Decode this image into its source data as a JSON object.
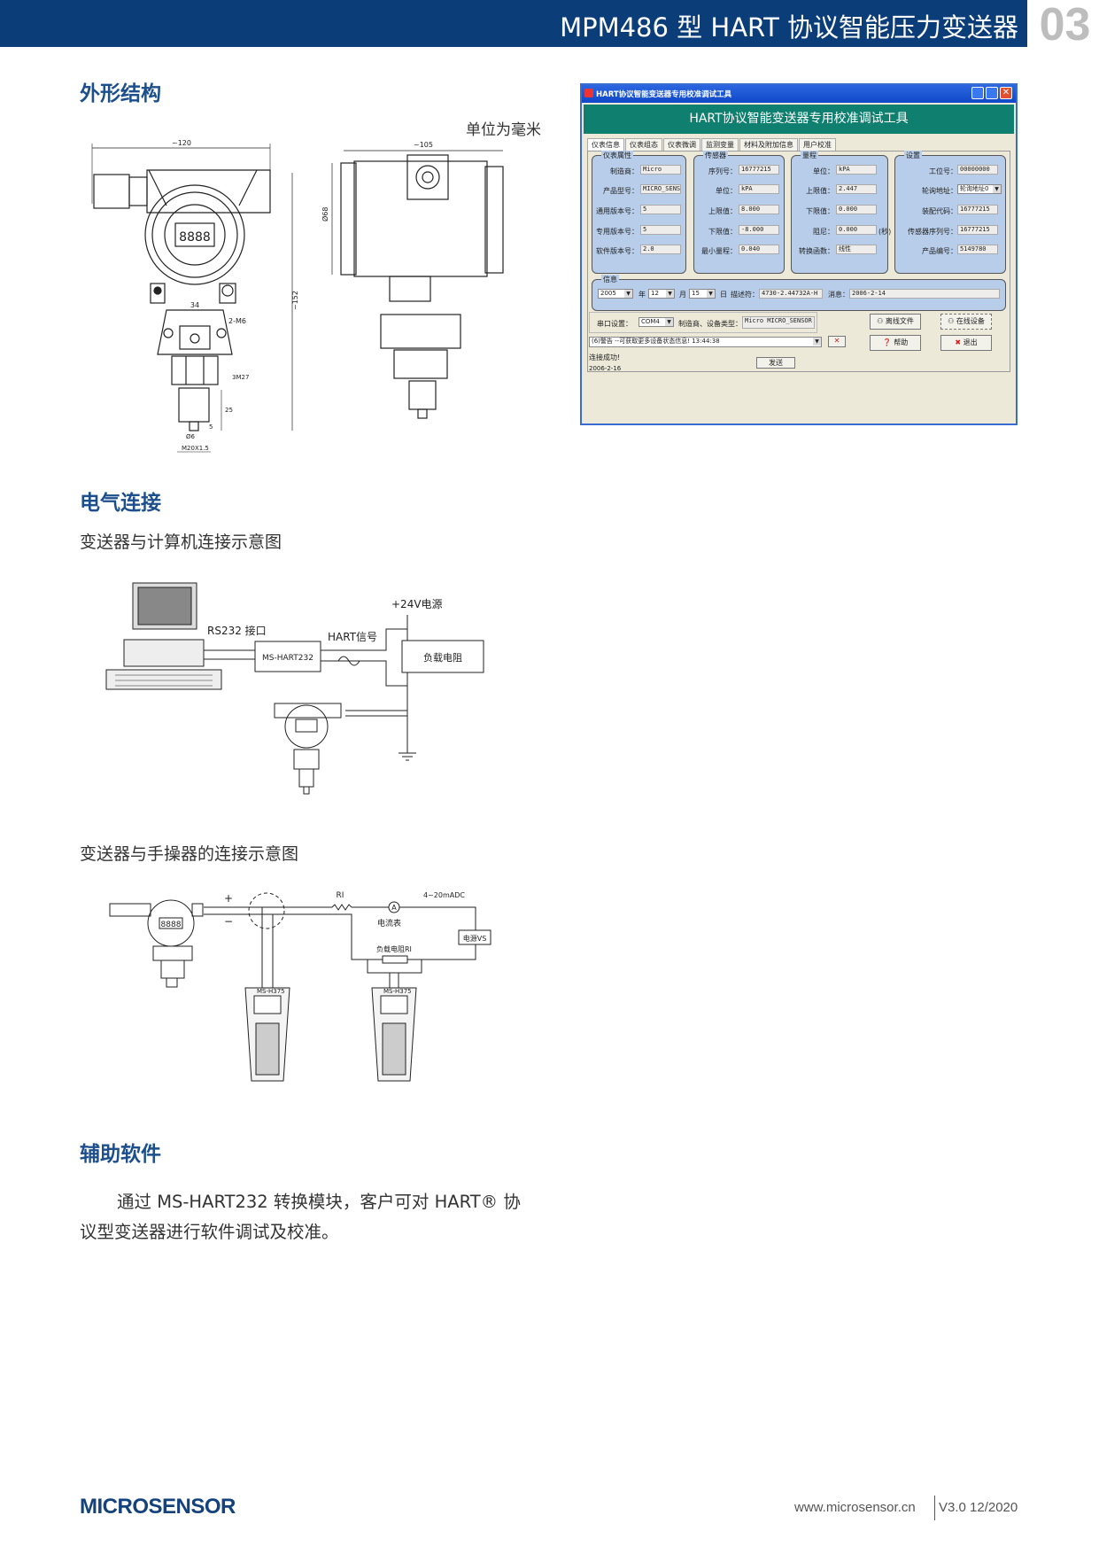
{
  "header": {
    "title": "MPM486 型 HART 协议智能压力变送器",
    "page_number": "03",
    "bar_color": "#0b3d78"
  },
  "sections": {
    "outline": {
      "title": "外形结构",
      "unit_note": "单位为毫米",
      "dims": {
        "width_front": "~120",
        "width_side": "~105",
        "height": "~152",
        "diameter": "Ø68",
        "bolt_spacing": "34",
        "bolts": "2-M6",
        "hex": "3M27",
        "thread_len": "25",
        "tip": "5",
        "tip_dia": "Ø6",
        "thread": "M20X1.5",
        "display": "8888"
      }
    },
    "electrical": {
      "title": "电气连接",
      "caption1": "变送器与计算机连接示意图",
      "d1": {
        "rs232": "RS232 接口",
        "module": "MS-HART232",
        "hart": "HART信号",
        "power": "+24V电源",
        "load": "负载电阻"
      },
      "caption2": "变送器与手操器的连接示意图",
      "d2": {
        "plus": "+",
        "minus": "−",
        "ri": "RI",
        "current": "4~20mADC",
        "ammeter_symbol": "A",
        "ammeter": "电流表",
        "power": "电源VS",
        "load": "负载电阻RI",
        "handheld1": "MS-H375",
        "handheld2": "MS-H375",
        "display": "8888"
      }
    },
    "software": {
      "title": "辅助软件",
      "para_line1": "通过 MS-HART232 转换模块，客户可对 HART® 协",
      "para_line2": "议型变送器进行软件调试及校准。"
    }
  },
  "app": {
    "window_title": "HART协议智能变送器专用校准调试工具",
    "banner": "HART协议智能变送器专用校准调试工具",
    "tabs": [
      "仪表信息",
      "仪表组态",
      "仪表微调",
      "监测变量",
      "材料及附加信息",
      "用户校准"
    ],
    "groups": {
      "meter": {
        "title": "仪表属性",
        "fields": [
          [
            "制造商：",
            "Micro"
          ],
          [
            "产品型号：",
            "MICRO_SENSOR"
          ],
          [
            "通用版本号：",
            "5"
          ],
          [
            "专用版本号：",
            "5"
          ],
          [
            "软件版本号：",
            "2.0"
          ]
        ]
      },
      "sensor": {
        "title": "传感器",
        "fields": [
          [
            "序列号：",
            "16777215"
          ],
          [
            "单位：",
            "kPA"
          ],
          [
            "上限值：",
            "8.000"
          ],
          [
            "下限值：",
            "-8.000"
          ],
          [
            "最小量程：",
            "0.040"
          ]
        ]
      },
      "range": {
        "title": "量程",
        "fields": [
          [
            "单位：",
            "kPA"
          ],
          [
            "上限值：",
            "2.447"
          ],
          [
            "下限值：",
            "0.000"
          ],
          [
            "阻尼：",
            "0.000"
          ],
          [
            "转换函数：",
            "线性"
          ]
        ],
        "damping_unit": "(秒)"
      },
      "settings": {
        "title": "设置",
        "fields": [
          [
            "工位号：",
            "00000000"
          ],
          [
            "轮询地址：",
            "轮询地址0"
          ],
          [
            "装配代码：",
            "16777215"
          ],
          [
            "传感器序列号：",
            "16777215"
          ],
          [
            "产品编号：",
            "5149780"
          ]
        ]
      }
    },
    "info": {
      "title": "信息",
      "year": "2005",
      "year_label": "年",
      "month": "12",
      "month_label": "月",
      "day": "15",
      "day_label": "日",
      "desc_label": "描述符：",
      "desc": "4730-2.44732A-H",
      "msg_label": "消息：",
      "msg": "2006-2-14"
    },
    "send": "发送",
    "port_label": "串口设置：",
    "port": "COM4",
    "vendor_label": "制造商、设备类型：",
    "vendor": "Micro MICRO_SENSOR",
    "offline": "离线文件",
    "online": "在线设备",
    "help": "帮助",
    "exit": "退出",
    "log": "(6)警告 --可获取更多设备状态信息! 13:44:38",
    "status": "连接成功!",
    "date": "2006-2-16"
  },
  "footer": {
    "brand": "MICROSENSOR",
    "url": "www.microsensor.cn",
    "version": "V3.0 12/2020"
  }
}
